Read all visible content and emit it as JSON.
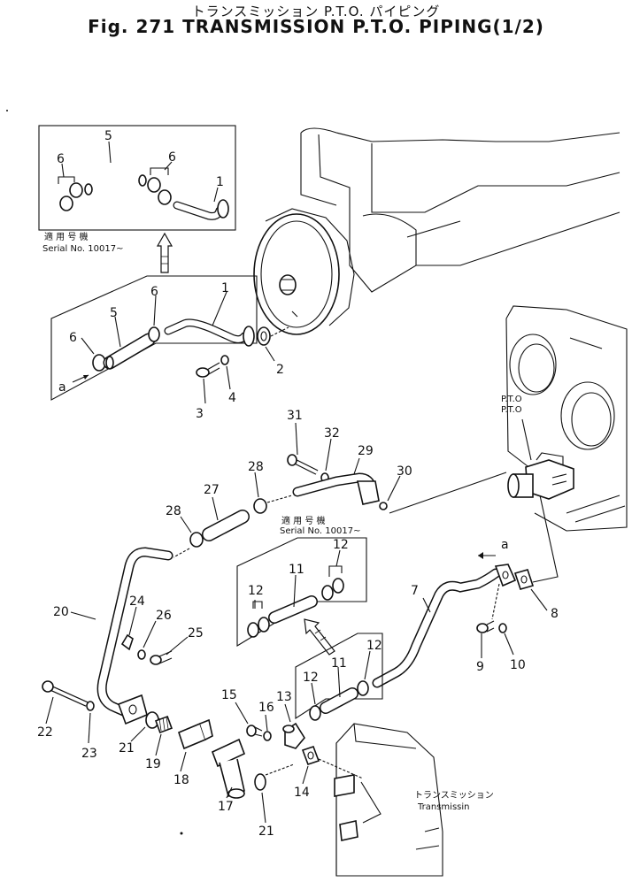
{
  "title": {
    "japanese": "トランスミッション P.T.O. パイピング",
    "english": "Fig. 271 TRANSMISSION P.T.O. PIPING(1/2)"
  },
  "serial_notes": [
    {
      "jp": "適 用 号 機",
      "en": "Serial No. 10017~"
    },
    {
      "jp": "適 用 号 機",
      "en": "Serial No. 10017~"
    }
  ],
  "callouts": {
    "inset_6a": "6",
    "inset_5": "5",
    "inset_6b": "6",
    "inset_1": "1",
    "n6a": "6",
    "n5": "5",
    "n6b": "6",
    "n1": "1",
    "n2": "2",
    "n3": "3",
    "n4": "4",
    "n31": "31",
    "n32": "32",
    "n29": "29",
    "n30": "30",
    "n28a": "28",
    "n27": "27",
    "n28b": "28",
    "n11a": "11",
    "n12a": "12",
    "n12b": "12",
    "n20": "20",
    "n24": "24",
    "n26": "26",
    "n25": "25",
    "n7": "7",
    "n8": "8",
    "n9": "9",
    "n10": "10",
    "n11b": "11",
    "n12c": "12",
    "n12d": "12",
    "n13": "13",
    "n15": "15",
    "n16": "16",
    "n14": "14",
    "n22": "22",
    "n23": "23",
    "n21a": "21",
    "n19": "19",
    "n18": "18",
    "n17": "17",
    "n21b": "21"
  },
  "markers": {
    "a_left": "a",
    "a_right": "a"
  },
  "labels": {
    "pto_jp": "P.T.O",
    "pto_en": "P.T.O",
    "transmission_jp": "トランスミッション",
    "transmission_en": "Transmissin"
  }
}
